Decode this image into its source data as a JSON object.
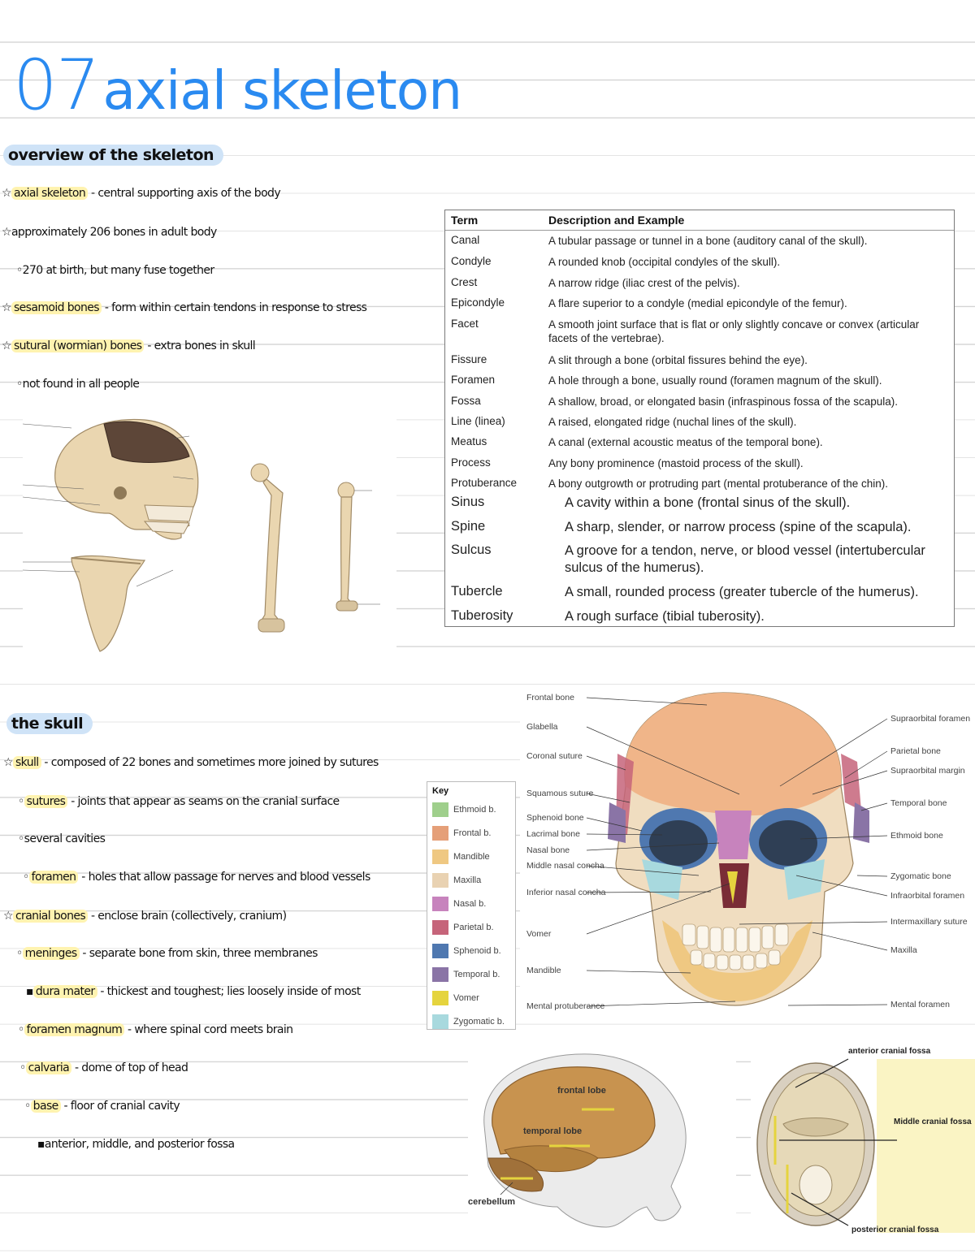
{
  "title": {
    "number": "07",
    "text": "axial skeleton"
  },
  "overview": {
    "heading": "overview of the skeleton",
    "notes": [
      {
        "prefix": "☆",
        "term": "axial skeleton",
        "rest": " - central supporting axis of the body"
      },
      {
        "prefix": "☆",
        "term": "",
        "rest": "approximately 206 bones in adult body"
      },
      {
        "prefix": "◦",
        "term": "",
        "rest": "270 at birth, but many fuse together"
      },
      {
        "prefix": "☆",
        "term": "sesamoid bones",
        "rest": " - form within certain tendons in response to stress"
      },
      {
        "prefix": "☆",
        "term": "sutural (wormian) bones",
        "rest": " - extra bones in skull"
      },
      {
        "prefix": "◦",
        "term": "",
        "rest": "not found in all people"
      }
    ]
  },
  "terms_table": {
    "headers": [
      "Term",
      "Description and Example"
    ],
    "rows": [
      {
        "term": "Canal",
        "desc": "A tubular passage or tunnel in a bone (auditory canal of the skull)."
      },
      {
        "term": "Condyle",
        "desc": "A rounded knob (occipital condyles of the skull)."
      },
      {
        "term": "Crest",
        "desc": "A narrow ridge (iliac crest of the pelvis)."
      },
      {
        "term": "Epicondyle",
        "desc": "A flare superior to a condyle (medial epicondyle of the femur)."
      },
      {
        "term": "Facet",
        "desc": "A smooth joint surface that is flat or only slightly concave or convex (articular facets of the vertebrae)."
      },
      {
        "term": "Fissure",
        "desc": "A slit through a bone (orbital fissures behind the eye)."
      },
      {
        "term": "Foramen",
        "desc": "A hole through a bone, usually round (foramen magnum of the skull)."
      },
      {
        "term": "Fossa",
        "desc": "A shallow, broad, or elongated basin (infraspinous fossa of the scapula)."
      },
      {
        "term": "Line (linea)",
        "desc": "A raised, elongated ridge (nuchal lines of the skull)."
      },
      {
        "term": "Meatus",
        "desc": "A canal (external acoustic meatus of the temporal bone)."
      },
      {
        "term": "Process",
        "desc": "Any bony prominence (mastoid process of the skull)."
      },
      {
        "term": "Protuberance",
        "desc": "A bony outgrowth or protruding part (mental protuberance of the chin)."
      },
      {
        "term": "Sinus",
        "desc": "A cavity within a bone (frontal sinus of the skull)."
      },
      {
        "term": "Spine",
        "desc": "A sharp, slender, or narrow process (spine of the scapula)."
      },
      {
        "term": "Sulcus",
        "desc": "A groove for a tendon, nerve, or blood vessel (intertubercular sulcus of the humerus)."
      },
      {
        "term": "Tubercle",
        "desc": "A small, rounded process (greater tubercle of the humerus)."
      },
      {
        "term": "Tuberosity",
        "desc": "A rough surface (tibial tuberosity)."
      }
    ]
  },
  "skull_section": {
    "heading": "the skull",
    "notes": [
      {
        "prefix": "☆",
        "term": "skull",
        "rest": " - composed of 22 bones and sometimes more joined by sutures"
      },
      {
        "prefix": "◦",
        "term": "sutures",
        "rest": " - joints that appear as seams on the cranial surface"
      },
      {
        "prefix": "◦",
        "term": "",
        "rest": "several cavities"
      },
      {
        "prefix": "◦",
        "term": "foramen",
        "rest": " - holes that allow passage for nerves and blood vessels"
      },
      {
        "prefix": "☆",
        "term": "cranial bones",
        "rest": " - enclose brain (collectively, cranium)"
      },
      {
        "prefix": "◦",
        "term": "meninges",
        "rest": " - separate bone from skin, three membranes"
      },
      {
        "prefix": "▪",
        "term": "dura mater",
        "rest": " - thickest and toughest; lies loosely inside of most"
      },
      {
        "prefix": "◦",
        "term": "foramen magnum",
        "rest": " - where spinal cord meets brain"
      },
      {
        "prefix": "◦",
        "term": "calvaria",
        "rest": " - dome of top of head"
      },
      {
        "prefix": "◦",
        "term": "base",
        "rest": " - floor of cranial cavity"
      },
      {
        "prefix": "▪",
        "term": "",
        "rest": "anterior, middle, and posterior fossa"
      }
    ]
  },
  "key": {
    "title": "Key",
    "items": [
      {
        "label": "Ethmoid b.",
        "color": "#9fcf8c"
      },
      {
        "label": "Frontal b.",
        "color": "#e59f78"
      },
      {
        "label": "Mandible",
        "color": "#efc882"
      },
      {
        "label": "Maxilla",
        "color": "#e9d2b2"
      },
      {
        "label": "Nasal b.",
        "color": "#c783bd"
      },
      {
        "label": "Parietal b.",
        "color": "#c6647a"
      },
      {
        "label": "Sphenoid b.",
        "color": "#4f78b0"
      },
      {
        "label": "Temporal b.",
        "color": "#8a74a6"
      },
      {
        "label": "Vomer",
        "color": "#e5d43e"
      },
      {
        "label": "Zygomatic b.",
        "color": "#a8d9de"
      }
    ]
  },
  "anterior_skull": {
    "left_labels": [
      "Frontal bone",
      "Glabella",
      "Coronal suture",
      "Squamous suture",
      "Sphenoid bone",
      "Lacrimal bone",
      "Nasal bone",
      "Middle nasal concha",
      "Inferior nasal concha",
      "Vomer",
      "Mandible",
      "Mental protuberance"
    ],
    "right_labels": [
      "Supraorbital foramen",
      "Parietal bone",
      "Supraorbital margin",
      "Temporal bone",
      "Ethmoid bone",
      "Zygomatic bone",
      "Infraorbital foramen",
      "Intermaxillary suture",
      "Maxilla",
      "Mental foramen"
    ]
  },
  "brain_figure": {
    "labels": [
      "frontal lobe",
      "temporal lobe",
      "cerebellum"
    ]
  },
  "fossa_figure": {
    "labels": [
      "anterior cranial fossa",
      "Middle cranial fossa",
      "posterior cranial fossa"
    ]
  }
}
